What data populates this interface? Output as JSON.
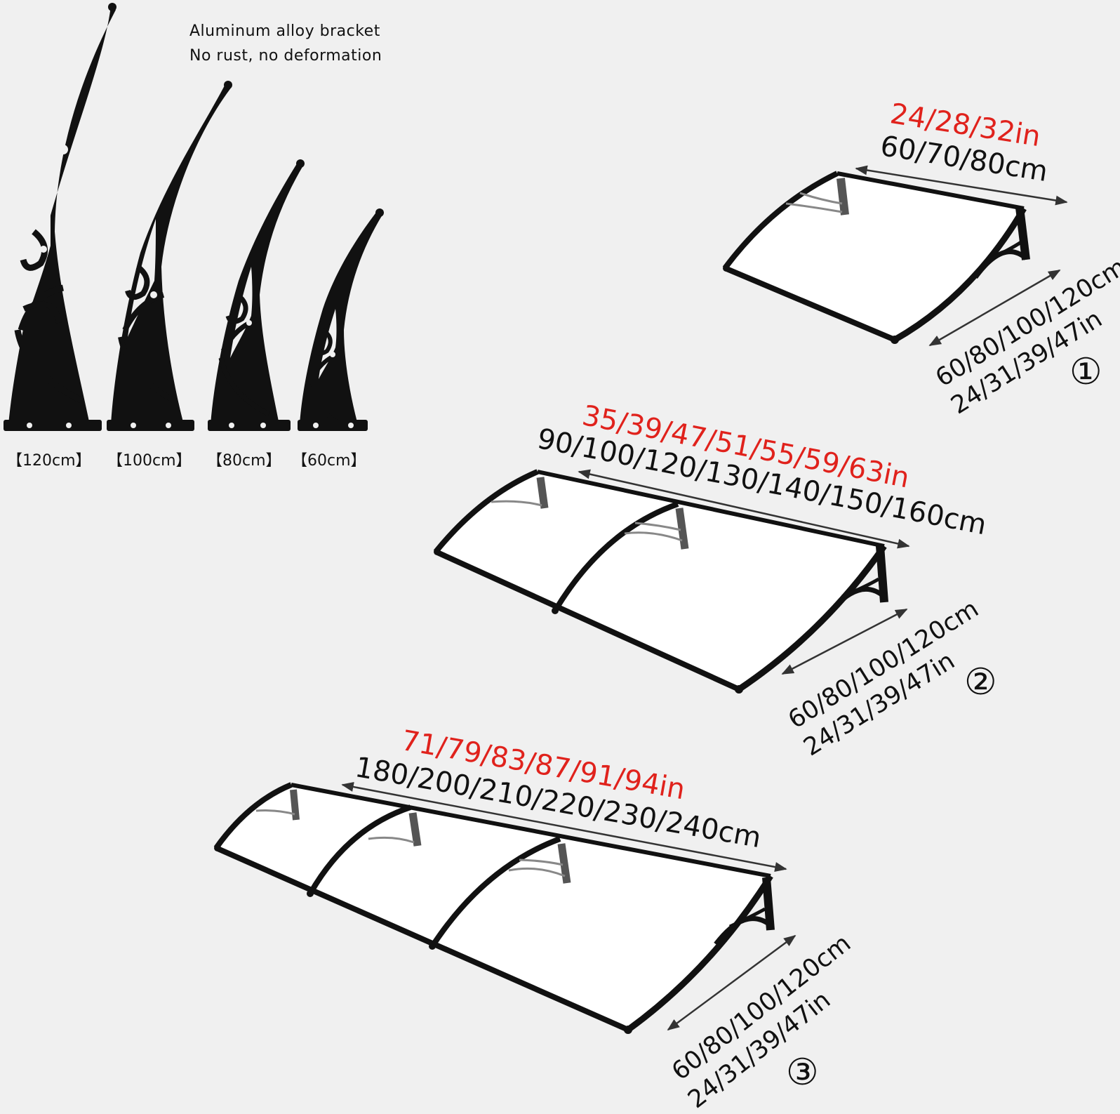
{
  "caption": {
    "line1": "Aluminum alloy bracket",
    "line2": "No rust, no deformation"
  },
  "brackets": [
    {
      "label": "【120cm】"
    },
    {
      "label": "【100cm】"
    },
    {
      "label": "【80cm】"
    },
    {
      "label": "【60cm】"
    }
  ],
  "canopies": [
    {
      "number": "①",
      "width_in": "24/28/32in",
      "width_cm": "60/70/80cm",
      "depth_cm": "60/80/100/120cm",
      "depth_in": "24/31/39/47in"
    },
    {
      "number": "②",
      "width_in": "35/39/47/51/55/59/63in",
      "width_cm": "90/100/120/130/140/150/160cm",
      "depth_cm": "60/80/100/120cm",
      "depth_in": "24/31/39/47in"
    },
    {
      "number": "③",
      "width_in": "71/79/83/87/91/94in",
      "width_cm": "180/200/210/220/230/240cm",
      "depth_cm": "60/80/100/120cm",
      "depth_in": "24/31/39/47in"
    }
  ],
  "colors": {
    "background": "#f0f0f0",
    "frame": "#111111",
    "panel": "#ffffff",
    "imperial_text": "#e0221c",
    "metric_text": "#111111"
  }
}
